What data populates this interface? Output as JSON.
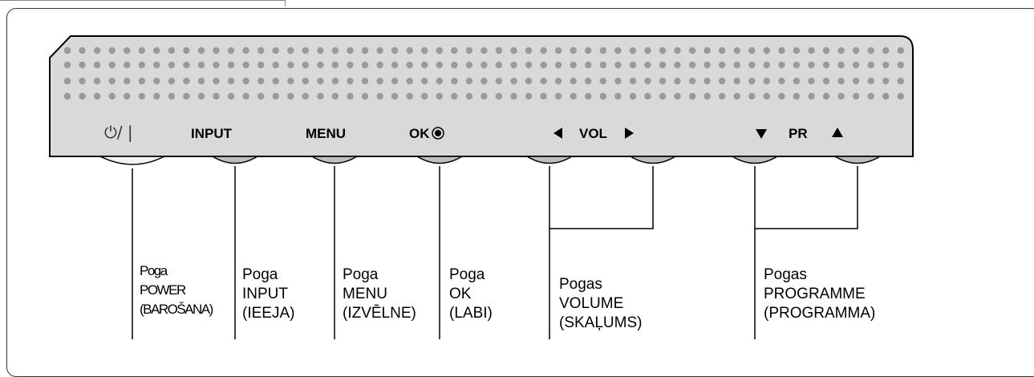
{
  "panel": {
    "power_label": "⏻/ |",
    "input_label": "INPUT",
    "menu_label": "MENU",
    "ok_label": "OK",
    "vol_label": "VOL",
    "pr_label": "PR"
  },
  "callouts": {
    "power": [
      "Poga",
      "POWER",
      "(BAROŠANA)"
    ],
    "input": [
      "Poga",
      "INPUT",
      "(IEEJA)"
    ],
    "menu": [
      "Poga",
      "MENU",
      "(IZVĒLNE)"
    ],
    "ok": [
      "Poga",
      "OK",
      "(LABI)"
    ],
    "volume": [
      "Pogas",
      "VOLUME",
      "(SKAĻUMS)"
    ],
    "programme": [
      "Pogas",
      "PROGRAMME",
      "(PROGRAMMA)"
    ]
  },
  "colors": {
    "panel_fill": "#d9d9d9",
    "dot": "#9a9a9a",
    "button_fill": "#bfbfbf",
    "line": "#000000"
  }
}
